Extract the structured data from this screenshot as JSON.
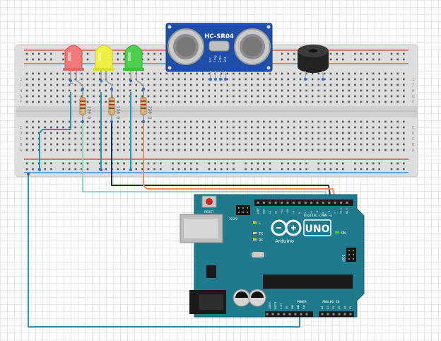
{
  "sensor": {
    "label": "HC-SR04",
    "pins": [
      "Vcc",
      "Trig",
      "Echo",
      "Gnd"
    ]
  },
  "resistors": {
    "value_label": "220 Ω"
  },
  "arduino": {
    "reset_label": "RESET",
    "icsp2_label": "ICSP2",
    "icsp_label": "ICSP",
    "digital_label": "DIGITAL (PWM ~)",
    "l_label": "L",
    "tx_label": "TX",
    "rx_label": "RX",
    "on_label": "ON",
    "uno_label": "UNO",
    "brand_label": "Arduino",
    "power_label": "POWER",
    "analog_label": "ANALOG IN",
    "ioref_label": "IOREF",
    "reset_pin_label": "RESET",
    "v33_label": "3.3V",
    "v5_label": "5V",
    "gnd1_label": "GND",
    "gnd2_label": "GND",
    "vin_label": "Vin",
    "analog_pins": [
      "A0",
      "A1",
      "A2",
      "A3",
      "A4",
      "A5"
    ],
    "digital_pins": [
      "AREF",
      "GND",
      "13",
      "12",
      "~11",
      "~10",
      "~9",
      "8",
      "7",
      "~6",
      "~5",
      "4",
      "~3",
      "2",
      "TX 1",
      "RX 0"
    ]
  },
  "breadboard": {
    "row_letters_top": [
      "J",
      "I",
      "H",
      "G",
      "F"
    ],
    "row_letters_bottom": [
      "E",
      "D",
      "C",
      "B",
      "A"
    ]
  },
  "colors": {
    "board": "#1f7a8c",
    "breadboard": "#dcdcdc",
    "rail_red": "#e05050",
    "rail_blue": "#4a8fd0",
    "wire_ground": "#2e8fae",
    "wire_red": "#8fd4c8",
    "wire_yellow": "#1a2f55",
    "wire_green": "#f08a6a",
    "led_red": "#f07a78",
    "led_yellow": "#f0ef45",
    "led_green": "#4fcf4f"
  },
  "icons": [
    "ultrasonic-sensor-icon",
    "buzzer-icon",
    "led-icon",
    "resistor-icon",
    "arduino-logo-icon"
  ]
}
